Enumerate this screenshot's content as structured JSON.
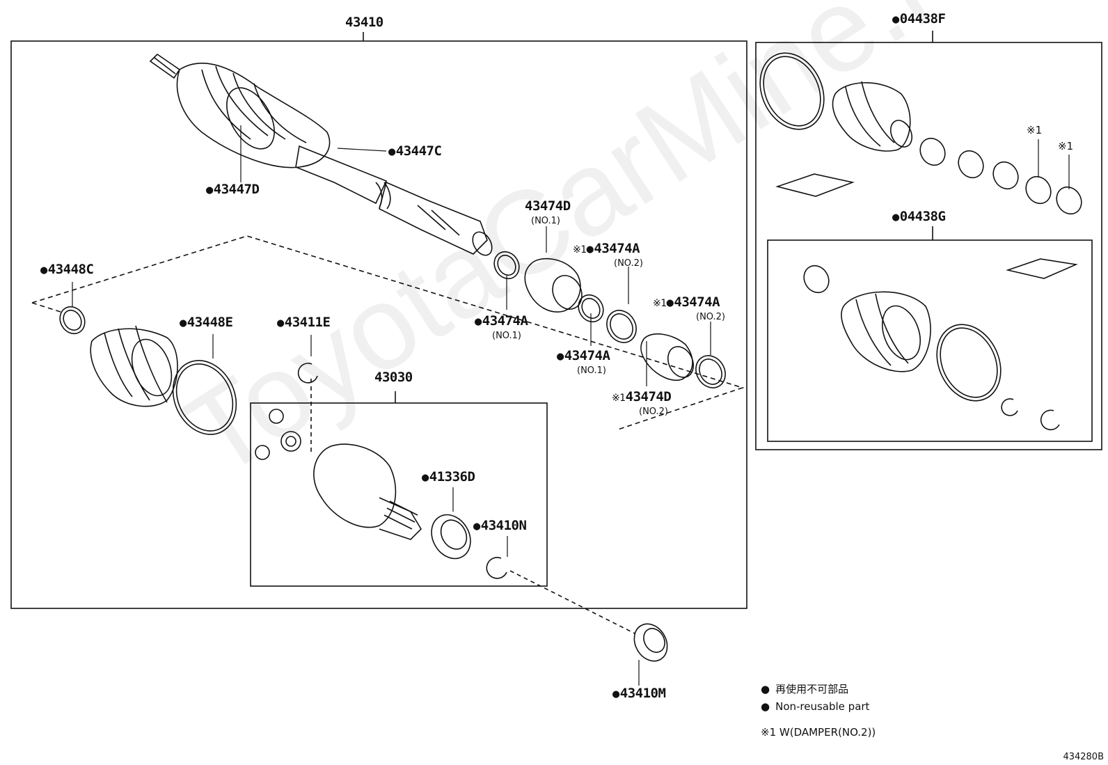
{
  "labels": {
    "assembly": "43410",
    "boot_kit_outer": "04438F",
    "boot_kit_inner": "04438G",
    "clamp_c": "43447C",
    "clamp_d": "43447D",
    "damper_d_no1": "43474D",
    "damper_d_no1_sub": "(NO.1)",
    "damper_a_no2_top": "43474A",
    "damper_a_no2_top_sub": "(NO.2)",
    "damper_a_no1_left": "43474A",
    "damper_a_no1_left_sub": "(NO.1)",
    "damper_a_no2_right": "43474A",
    "damper_a_no2_right_sub": "(NO.2)",
    "damper_a_no1_mid": "43474A",
    "damper_a_no1_mid_sub": "(NO.1)",
    "damper_d_no2": "43474D",
    "damper_d_no2_sub": "(NO.2)",
    "clamp_448c": "43448C",
    "clamp_448e": "43448E",
    "ring_411e": "43411E",
    "inboard_joint": "43030",
    "seal_41336d": "41336D",
    "ring_410n": "43410N",
    "bearing_410m": "43410M",
    "mark_1": "※1",
    "mark_1_b": "※1"
  },
  "legend": {
    "bullet_jp": "再使用不可部品",
    "bullet_en": "Non-reusable part",
    "note": "※1 W(DAMPER(NO.2))"
  },
  "watermark": "ToyotaCarMine.ru",
  "code": "434280B"
}
